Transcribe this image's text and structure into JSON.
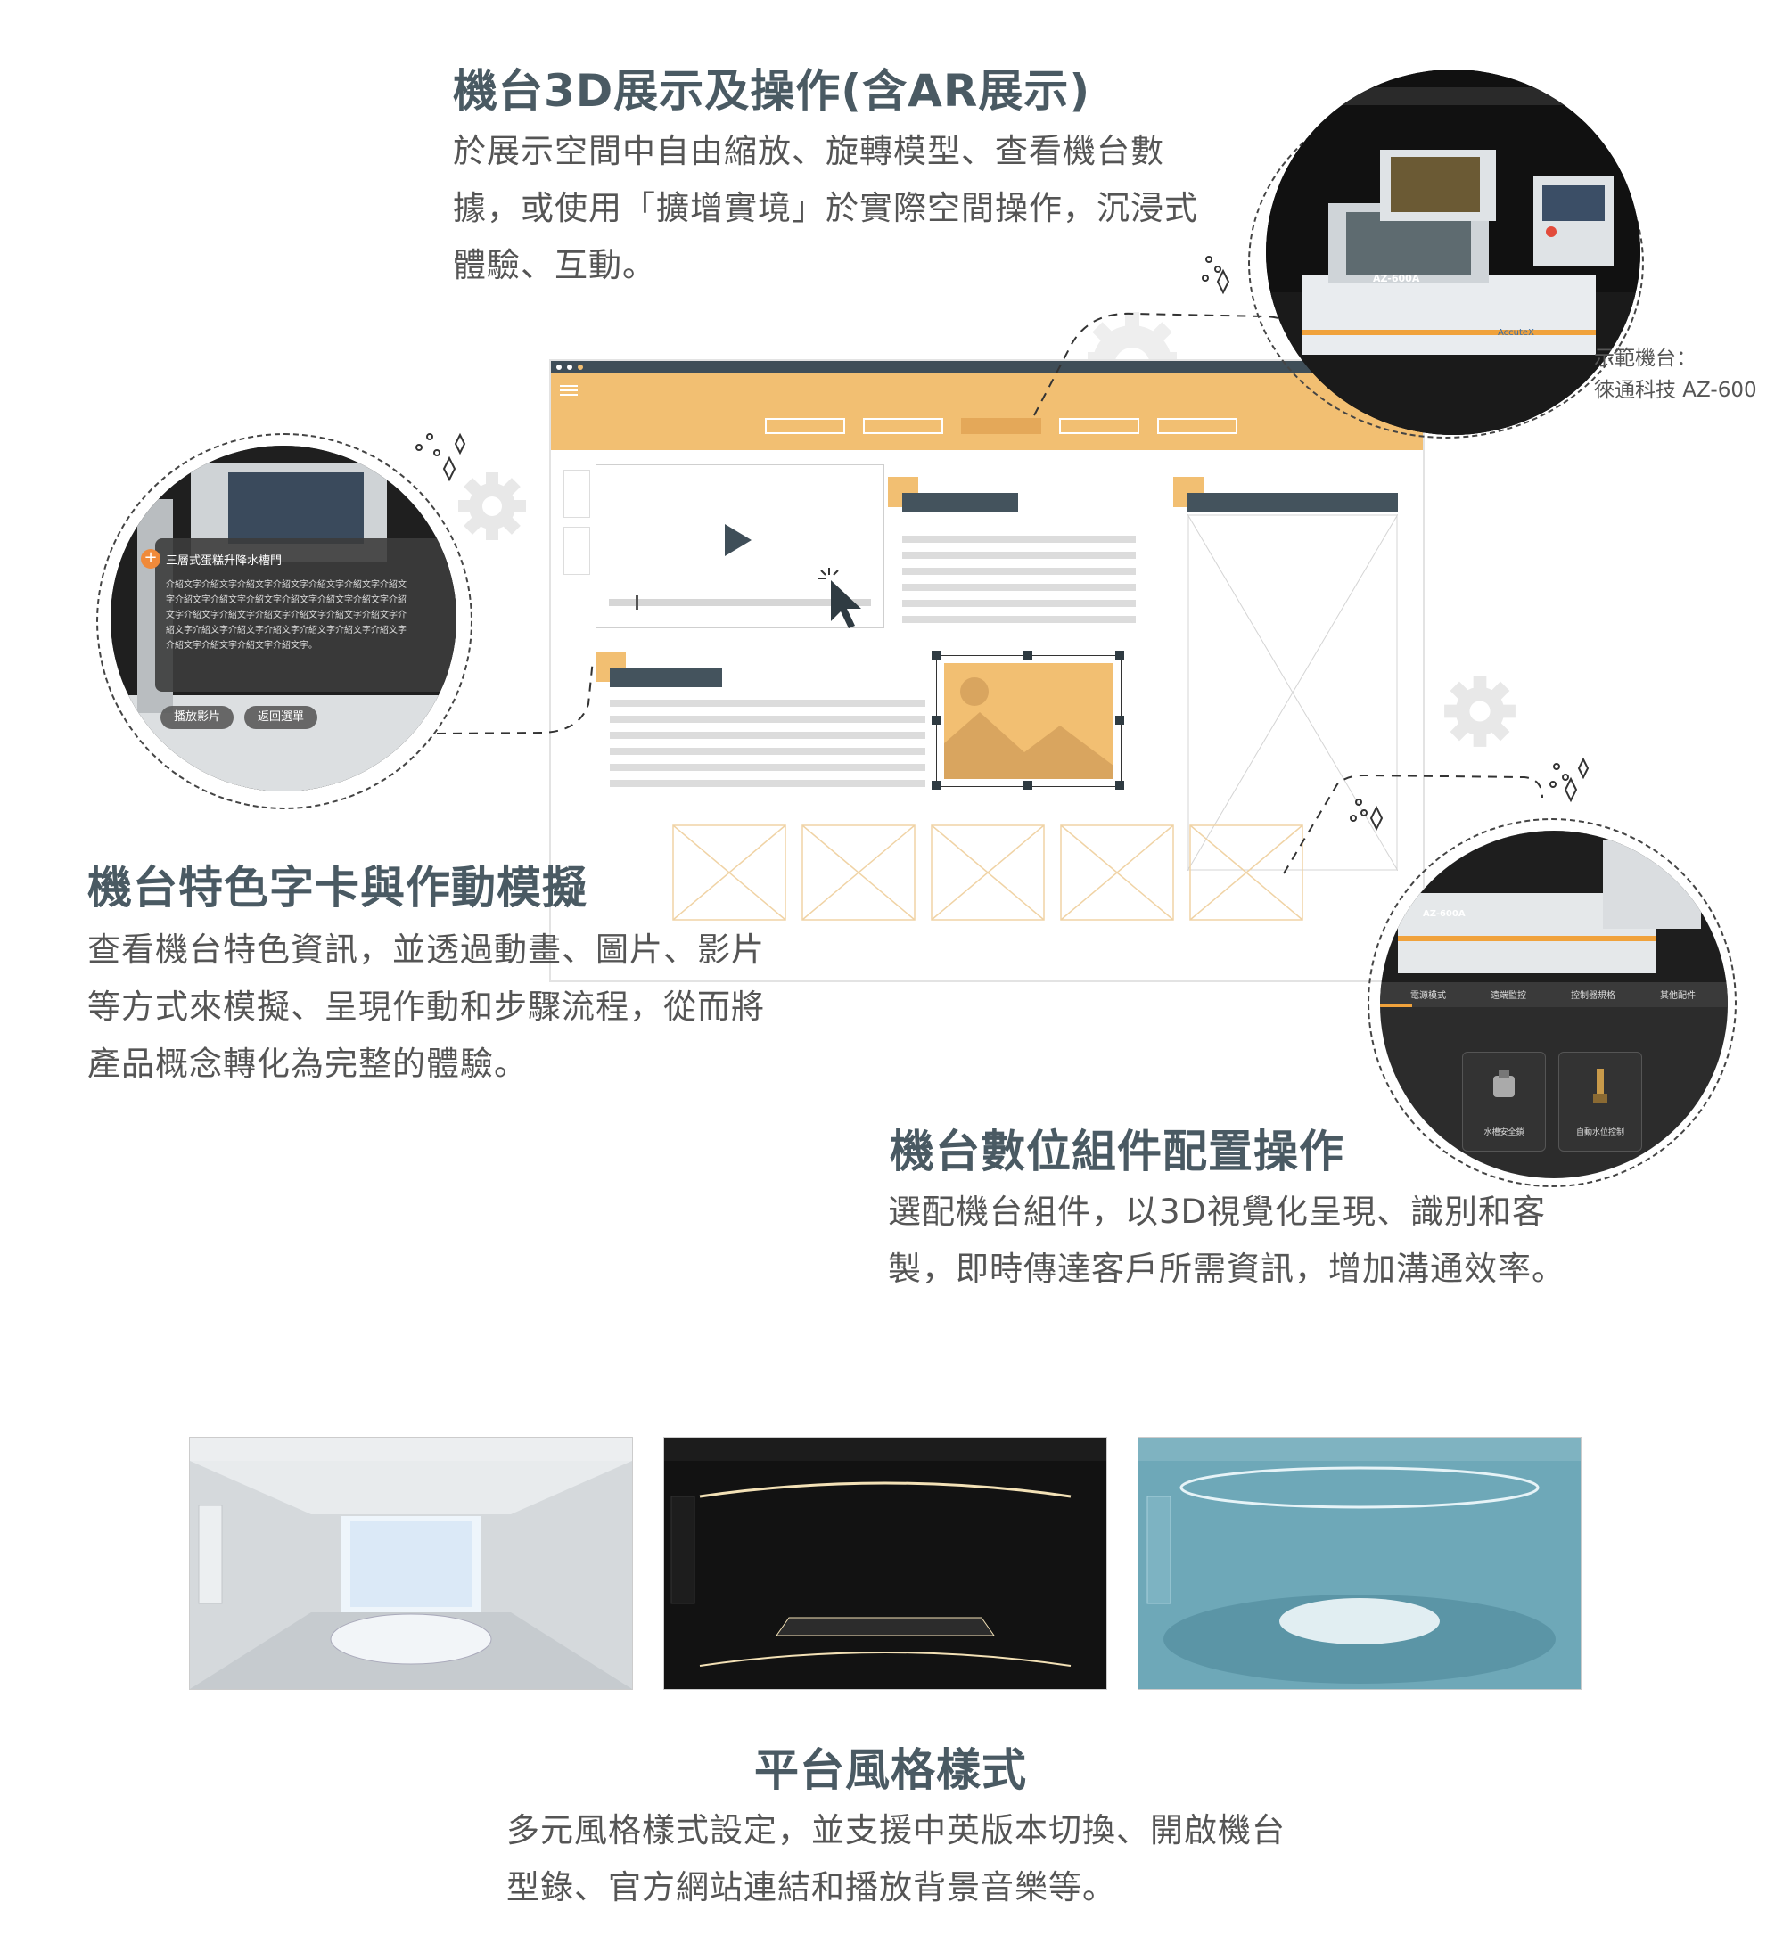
{
  "section1": {
    "title": "機台3D展示及操作(含AR展示)",
    "lines": [
      "於展示空間中自由縮放、旋轉模型、查看機台數",
      "據，或使用「擴增實境」於實際空間操作，沉浸式",
      "體驗、互動。"
    ],
    "caption_lines": [
      "示範機台：",
      "徠通科技 AZ-600"
    ],
    "machine_labels": [
      "AZ-600A",
      "AccuteX"
    ]
  },
  "section2": {
    "title": "機台特色字卡與作動模擬",
    "lines": [
      "查看機台特色資訊，並透過動畫、圖片、影片",
      "等方式來模擬、呈現作動和步驟流程，從而將",
      "產品概念轉化為完整的體驗。"
    ],
    "card_title": "三層式蛋糕升降水槽門",
    "card_body": [
      "介紹文字介紹文字介紹文字介紹文字介紹文字介紹文字介紹文",
      "字介紹文字介紹文字介紹文字介紹文字介紹文字介紹文字介紹",
      "文字介紹文字介紹文字介紹文字介紹文字介紹文字介紹文字介",
      "紹文字介紹文字介紹文字介紹文字介紹文字介紹文字介紹文字",
      "介紹文字介紹文字介紹文字介紹文字。"
    ],
    "btn_play": "播放影片",
    "btn_back": "返回選單"
  },
  "section3": {
    "title": "機台數位組件配置操作",
    "lines": [
      "選配機台組件，以3D視覺化呈現、識別和客",
      "製，即時傳達客戶所需資訊，增加溝通效率。"
    ],
    "tabs": [
      "電源模式",
      "遠端監控",
      "控制器規格",
      "其他配件"
    ],
    "cards": [
      "水槽安全鎖",
      "自動水位控制"
    ],
    "machine_label": "AZ-600A"
  },
  "section4": {
    "title": "平台風格樣式",
    "lines": [
      "多元風格樣式設定，並支援中英版本切換、開啟機台",
      "型錄、官方網站連結和播放背景音樂等。"
    ],
    "themes": [
      {
        "bg": "#d9dde0",
        "bar": "#e8eaec",
        "floor": "#c3c8cc",
        "stage": "#e9eef2",
        "accent": "#ffffff"
      },
      {
        "bg": "#111111",
        "bar": "#1c1c1c",
        "floor": "#181818",
        "stage": "#2a2a2a",
        "accent": "#f3e1b6"
      },
      {
        "bg": "#6aa7b8",
        "bar": "#7fb3c1",
        "floor": "#5c98a9",
        "stage": "#d9e9ee",
        "accent": "#e6f3f7"
      }
    ]
  },
  "colors": {
    "heading": "#4a5a63",
    "orange": "#f2bf72",
    "dark": "#44535d"
  }
}
